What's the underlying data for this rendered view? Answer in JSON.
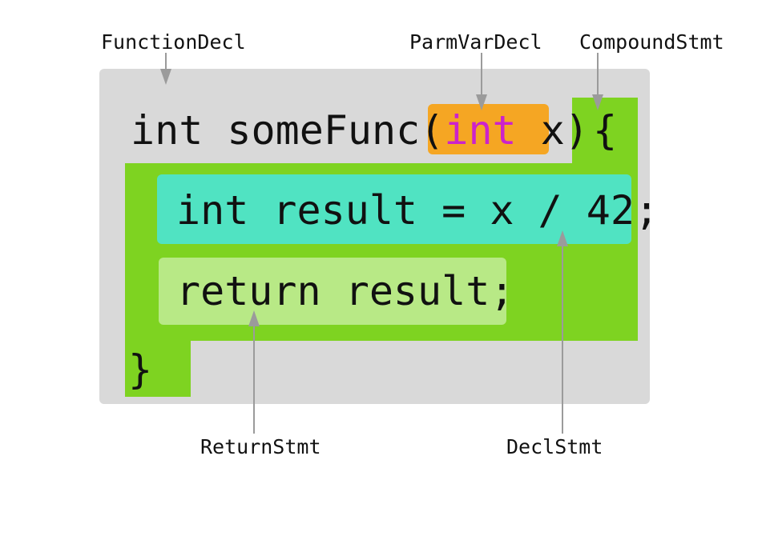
{
  "labels": {
    "function_decl": "FunctionDecl",
    "parm_var_decl": "ParmVarDecl",
    "compound_stmt": "CompoundStmt",
    "return_stmt": "ReturnStmt",
    "decl_stmt": "DeclStmt"
  },
  "code": {
    "signature_prefix": "int someFunc(",
    "param_type": "int",
    "param_name": " x",
    "signature_suffix": ")",
    "open_brace": "{",
    "decl_line": "int result = x / 42;",
    "return_line": "return result;",
    "close_brace": "}"
  },
  "colors": {
    "function_decl_bg": "#d9d9d9",
    "compound_stmt_bg": "#7ed321",
    "parm_var_decl_bg": "#f5a623",
    "decl_stmt_bg": "#50e3c2",
    "return_stmt_bg": "#b8e986",
    "param_type_text": "#cc22cc",
    "arrow": "#9b9b9b"
  }
}
